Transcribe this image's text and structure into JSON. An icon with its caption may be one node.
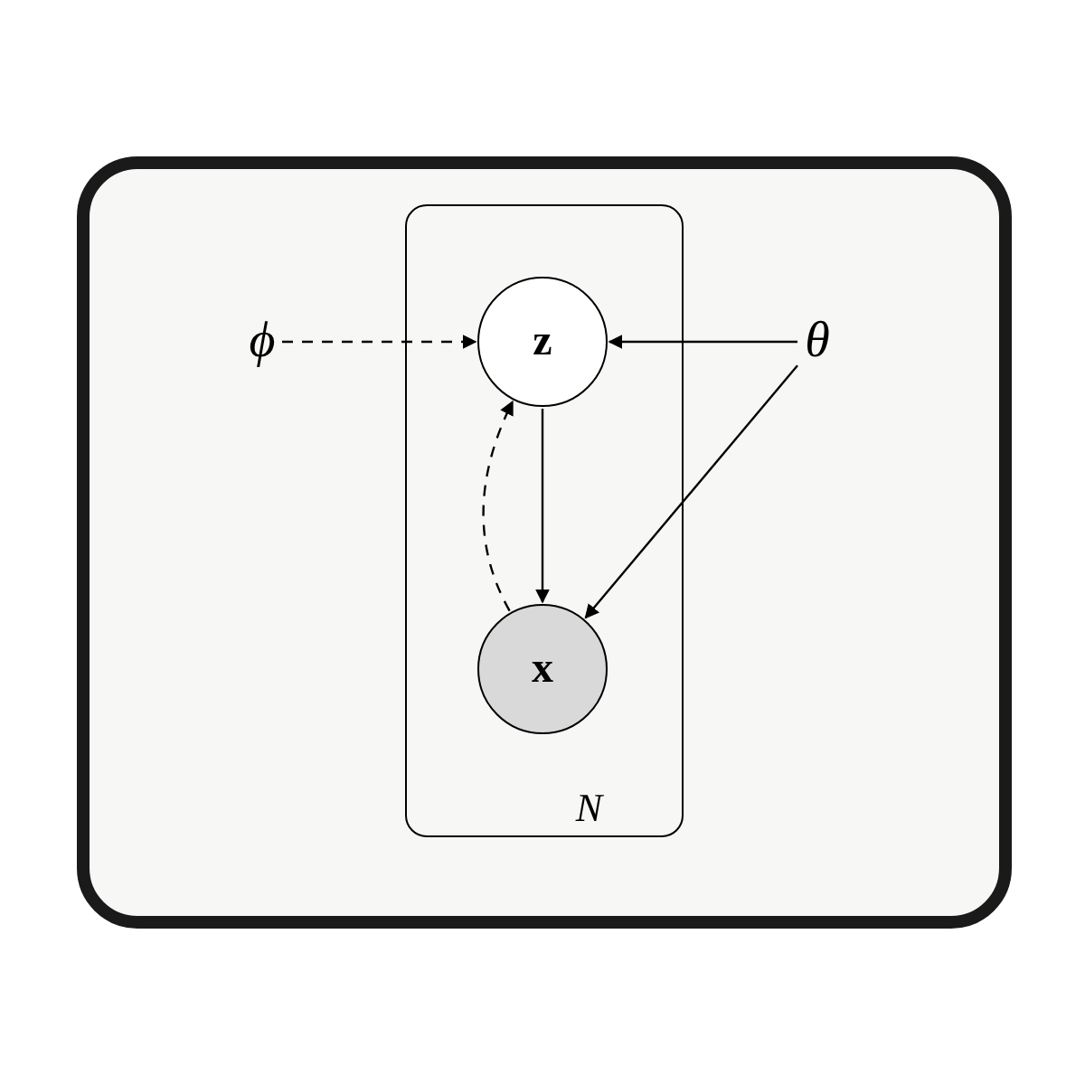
{
  "diagram": {
    "nodes": [
      {
        "text": [
          "N"
        ]
      },
      {
        "text": [
          "z"
        ],
        "in": 0
      },
      {
        "text": [
          "x"
        ],
        "in": 0
      },
      {
        "text": [
          "ϕ"
        ]
      },
      {
        "text": [
          "θ"
        ]
      }
    ],
    "edges": [
      {
        "from": 3,
        "to": 1,
        "arrow": "to",
        "style": "dashed"
      },
      {
        "from": 4,
        "to": 1,
        "arrow": "to"
      },
      {
        "from": 4,
        "to": 2,
        "arrow": "to"
      },
      {
        "from": 1,
        "to": 2,
        "arrow": "to"
      },
      {
        "from": 2,
        "to": 1,
        "arrow": "to",
        "style": "dashed"
      }
    ]
  }
}
